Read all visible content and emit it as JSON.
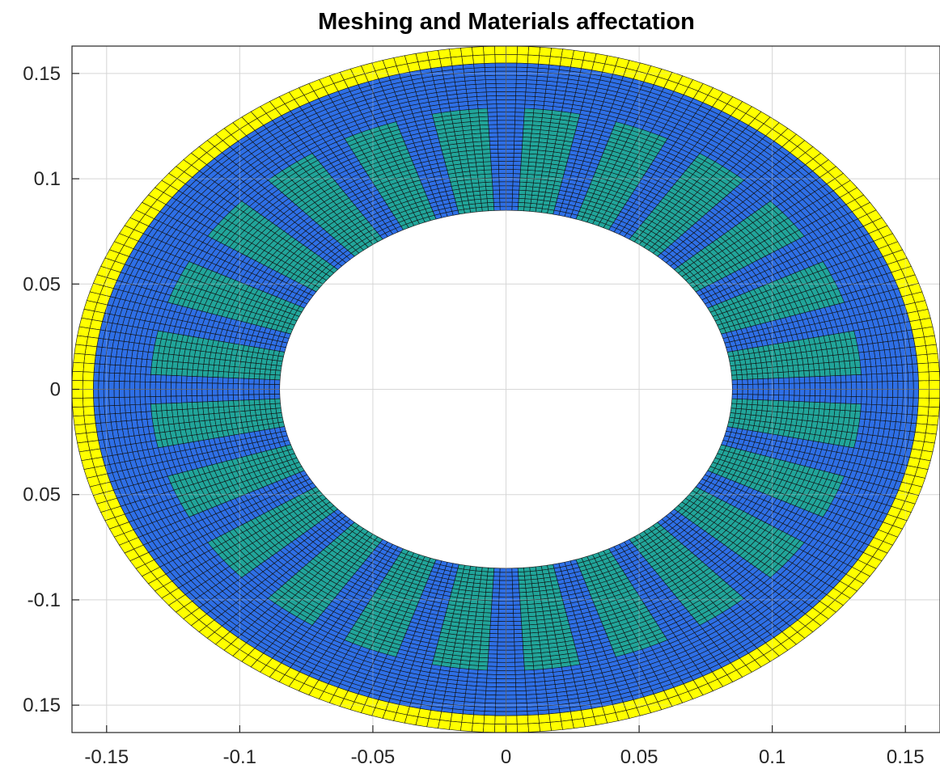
{
  "chart_data": {
    "type": "mesh",
    "title": "Meshing and Materials affectation",
    "xlabel": "",
    "ylabel": "",
    "xlim": [
      -0.163,
      0.163
    ],
    "ylim": [
      -0.163,
      0.163
    ],
    "grid": true,
    "x_ticks": [
      -0.15,
      -0.1,
      -0.05,
      0,
      0.05,
      0.1,
      0.15
    ],
    "x_tick_labels": [
      "-0.15",
      "-0.1",
      "-0.05",
      "0",
      "0.05",
      "0.1",
      "0.15"
    ],
    "y_ticks": [
      0.15,
      0.1,
      0.05,
      0,
      -0.05,
      -0.1,
      -0.15
    ],
    "y_tick_labels": [
      "0.15",
      "0.1",
      "0.05",
      "0",
      "0.05",
      "-0.1",
      "0.15"
    ],
    "geometry": {
      "inner_radius": 0.085,
      "core_outer_radius": 0.155,
      "outer_band_outer_radius": 0.163,
      "slot_count": 24,
      "slot_inner_radius": 0.085,
      "slot_outer_radius": 0.133,
      "slot_angular_width_deg": 8,
      "radial_divisions": 36,
      "circumferential_divisions": 240
    },
    "materials": [
      {
        "region": "outer band",
        "color": "#ffff00"
      },
      {
        "region": "core",
        "color": "#2e6fe6"
      },
      {
        "region": "slots",
        "color": "#21a59a"
      }
    ],
    "mesh_line_color": "#111111"
  }
}
